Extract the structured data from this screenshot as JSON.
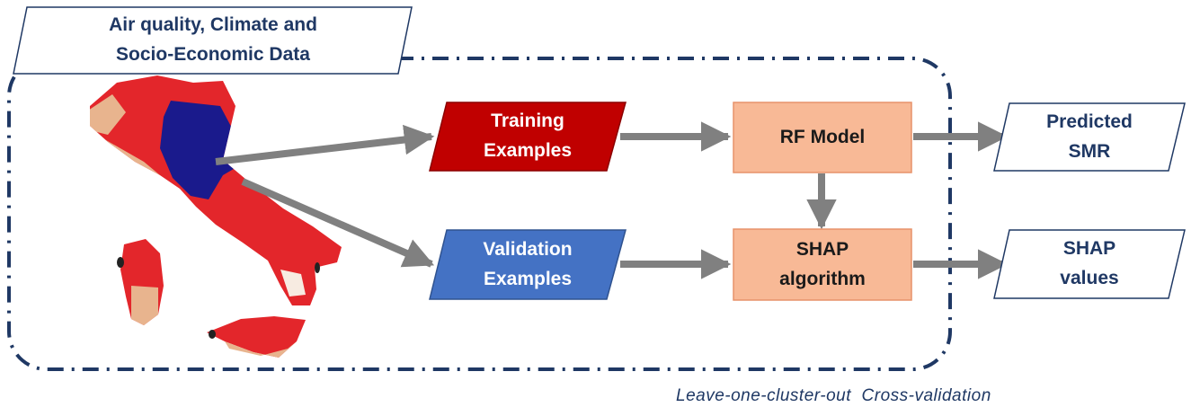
{
  "data_source": {
    "line1": "Air quality, Climate and",
    "line2": "Socio-Economic Data"
  },
  "training": {
    "line1": "Training",
    "line2": "Examples"
  },
  "validation": {
    "line1": "Validation",
    "line2": "Examples"
  },
  "rf_model": {
    "label": "RF Model"
  },
  "shap_algorithm": {
    "line1": "SHAP",
    "line2": "algorithm"
  },
  "predicted_smr": {
    "line1": "Predicted",
    "line2": "SMR"
  },
  "shap_values": {
    "line1": "SHAP",
    "line2": "values"
  },
  "cv_caption": "Leave-one-cluster-out  Cross-validation",
  "colors": {
    "navy": "#1f3864",
    "training_fill": "#c00000",
    "validation_fill": "#4472c4",
    "model_fill": "#f8b996",
    "model_border": "#e7926a",
    "arrow": "#808080",
    "map_red": "#e3262b",
    "map_blue": "#1a1a8c",
    "map_tan": "#e8b48e"
  }
}
